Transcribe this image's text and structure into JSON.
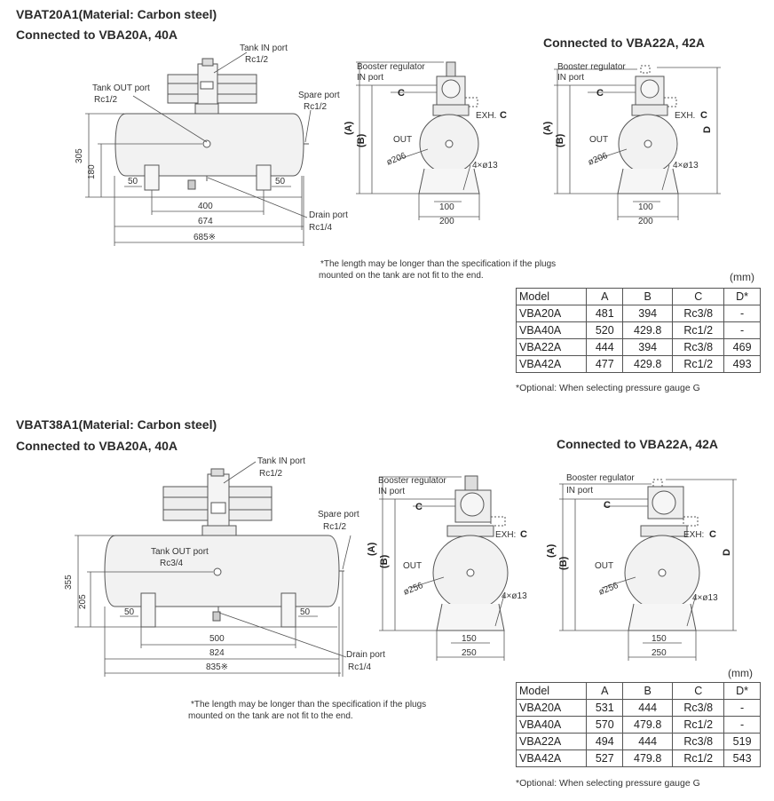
{
  "section1": {
    "title": "VBAT20A1(Material: Carbon steel)",
    "subtitle_left": "Connected to VBA20A, 40A",
    "subtitle_right": "Connected to VBA22A, 42A",
    "tank_in_port": "Tank IN port",
    "tank_in_size": "Rc1/2",
    "tank_out_port": "Tank OUT port",
    "tank_out_size": "Rc1/2",
    "spare_port": "Spare port",
    "spare_size": "Rc1/2",
    "drain_port": "Drain port",
    "drain_size": "Rc1/4",
    "dim_height": "305",
    "dim_center": "180",
    "dim_foot_left": "50",
    "dim_foot_right": "50",
    "dim_400": "400",
    "dim_674": "674",
    "dim_685": "685※",
    "booster_label_1": "Booster regulator",
    "booster_label_2": "IN port",
    "c_label": "C",
    "exh_label": "EXH.",
    "out_label": "OUT",
    "dia_label": "ø206",
    "holes_label": "4×ø13",
    "a_label": "(A)",
    "b_label": "(B)",
    "d_label": "D",
    "dim_100": "100",
    "dim_200": "200",
    "note_line1": "*The length may be longer than the specification if the plugs",
    "note_line2": "mounted on the tank are not fit to the end.",
    "unit": "(mm)",
    "table": {
      "headers": [
        "Model",
        "A",
        "B",
        "C",
        "D*"
      ],
      "rows": [
        [
          "VBA20A",
          "481",
          "394",
          "Rc3/8",
          "-"
        ],
        [
          "VBA40A",
          "520",
          "429.8",
          "Rc1/2",
          "-"
        ],
        [
          "VBA22A",
          "444",
          "394",
          "Rc3/8",
          "469"
        ],
        [
          "VBA42A",
          "477",
          "429.8",
          "Rc1/2",
          "493"
        ]
      ]
    },
    "footnote": "*Optional: When selecting pressure gauge G"
  },
  "section2": {
    "title": "VBAT38A1(Material: Carbon steel)",
    "subtitle_left": "Connected to VBA20A, 40A",
    "subtitle_right": "Connected to VBA22A, 42A",
    "tank_in_port": "Tank IN port",
    "tank_in_size": "Rc1/2",
    "tank_out_port": "Tank OUT port",
    "tank_out_size": "Rc3/4",
    "spare_port": "Spare port",
    "spare_size": "Rc1/2",
    "drain_port": "Drain port",
    "drain_size": "Rc1/4",
    "dim_height": "355",
    "dim_center": "205",
    "dim_foot_left": "50",
    "dim_foot_right": "50",
    "dim_500": "500",
    "dim_824": "824",
    "dim_835": "835※",
    "booster_label_1": "Booster regulator",
    "booster_label_2": "IN port",
    "c_label": "C",
    "exh_label": "EXH:",
    "out_label": "OUT",
    "dia_label": "ø256",
    "holes_label": "4×ø13",
    "a_label": "(A)",
    "b_label": "(B)",
    "d_label": "D",
    "dim_150": "150",
    "dim_250": "250",
    "note_line1": "*The length may be longer than the specification if the plugs",
    "note_line2": "mounted on the tank are not fit to the end.",
    "unit": "(mm)",
    "table": {
      "headers": [
        "Model",
        "A",
        "B",
        "C",
        "D*"
      ],
      "rows": [
        [
          "VBA20A",
          "531",
          "444",
          "Rc3/8",
          "-"
        ],
        [
          "VBA40A",
          "570",
          "479.8",
          "Rc1/2",
          "-"
        ],
        [
          "VBA22A",
          "494",
          "444",
          "Rc3/8",
          "519"
        ],
        [
          "VBA42A",
          "527",
          "479.8",
          "Rc1/2",
          "543"
        ]
      ]
    },
    "footnote": "*Optional: When selecting pressure gauge G"
  }
}
